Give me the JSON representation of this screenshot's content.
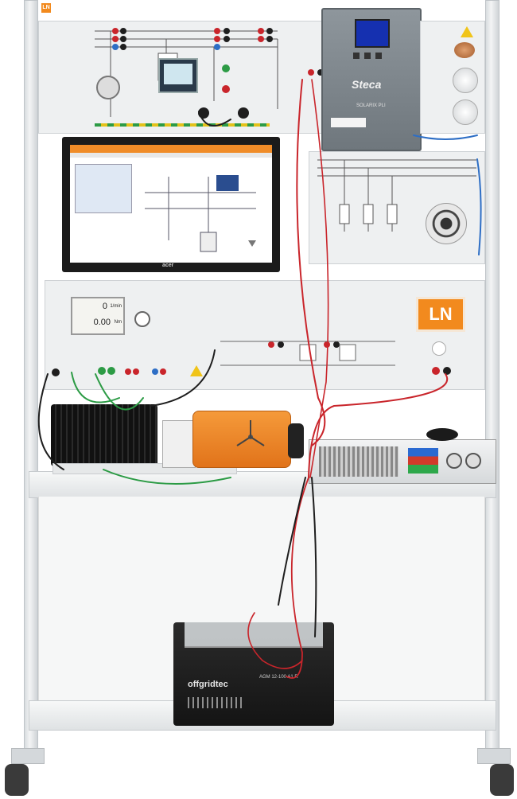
{
  "brand_logo": "LN",
  "inverter": {
    "brand": "Steca",
    "model": "SOLARIX PLI"
  },
  "monitor": {
    "brand": "acer"
  },
  "meter_display": {
    "line1": "0",
    "unit1": "1/min",
    "line2": "0.00",
    "unit2": "Nm"
  },
  "battery": {
    "brand": "offgridtec",
    "model": "AGM 12-100 A1 R"
  },
  "colors": {
    "red": "#c9252b",
    "black": "#1e1e1e",
    "orange": "#f28a1e",
    "panel": "#eef0f1"
  }
}
